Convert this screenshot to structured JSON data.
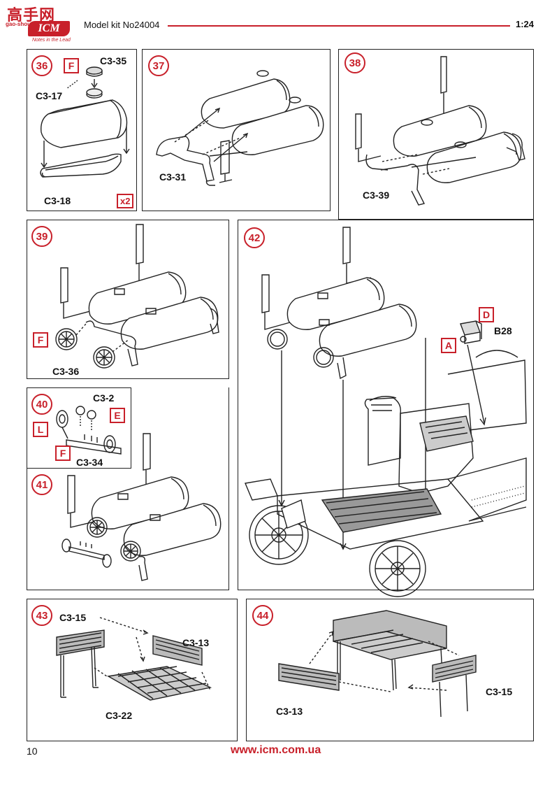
{
  "header": {
    "logo_top": "高手网",
    "logo_url_small": "gao-shou.com",
    "brand": "ICM",
    "brand_tagline": "Notes in the Lead",
    "model_kit": "Model kit No24004",
    "scale": "1:24"
  },
  "steps": {
    "s36": {
      "num": "36",
      "parts": [
        "C3-35",
        "C3-17",
        "C3-18"
      ],
      "letters": [
        "F"
      ],
      "multiplier": "x2"
    },
    "s37": {
      "num": "37",
      "parts": [
        "C3-31"
      ]
    },
    "s38": {
      "num": "38",
      "parts": [
        "C3-39"
      ]
    },
    "s39": {
      "num": "39",
      "parts": [
        "C3-36"
      ],
      "letters": [
        "F"
      ]
    },
    "s40": {
      "num": "40",
      "parts": [
        "C3-2",
        "C3-34"
      ],
      "letters": [
        "L",
        "E",
        "F"
      ]
    },
    "s41": {
      "num": "41"
    },
    "s42": {
      "num": "42",
      "parts": [
        "B28"
      ],
      "letters": [
        "D",
        "A"
      ]
    },
    "s43": {
      "num": "43",
      "parts": [
        "C3-15",
        "C3-13",
        "C3-22"
      ]
    },
    "s44": {
      "num": "44",
      "parts": [
        "C3-13",
        "C3-15"
      ]
    }
  },
  "footer": {
    "page": "10",
    "website": "www.icm.com.ua"
  },
  "colors": {
    "accent": "#c8202a",
    "ink": "#222222"
  }
}
